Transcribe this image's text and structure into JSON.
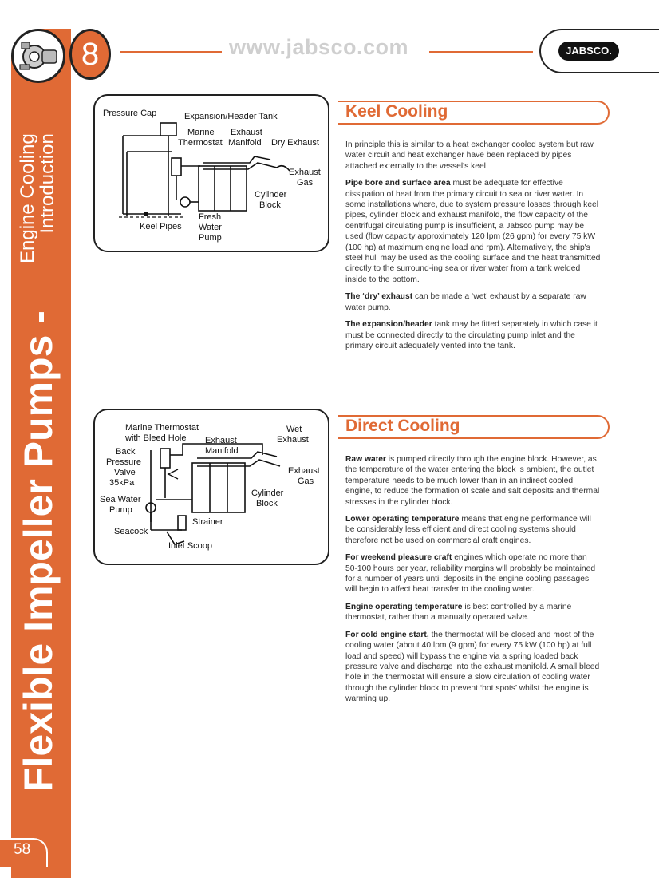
{
  "header": {
    "chapter": "8",
    "url": "www.jabsco.com",
    "brand": "JABSCO."
  },
  "side": {
    "subtitle_line1": "Engine Cooling",
    "subtitle_line2": "Introduction",
    "main_title": "Flexible Impeller Pumps -",
    "page_number": "58"
  },
  "diagram1": {
    "labels": {
      "pressure_cap": "Pressure Cap",
      "expansion_tank": "Expansion/Header Tank",
      "marine": "Marine",
      "thermostat": "Thermostat",
      "exhaust": "Exhaust",
      "manifold": "Manifold",
      "dry_exhaust": "Dry Exhaust",
      "exhaust2": "Exhaust",
      "gas": "Gas",
      "cylinder": "Cylinder",
      "block": "Block",
      "fresh": "Fresh",
      "water": "Water",
      "pump": "Pump",
      "keel_pipes": "Keel Pipes"
    }
  },
  "diagram2": {
    "labels": {
      "marine_thermostat": "Marine Thermostat",
      "with_bleed_hole": "with Bleed Hole",
      "wet": "Wet",
      "exhaust_top": "Exhaust",
      "back": "Back",
      "pressure": "Pressure",
      "valve": "Valve",
      "kpa": "35kPa",
      "exhaust": "Exhaust",
      "manifold": "Manifold",
      "exhaust2": "Exhaust",
      "gas": "Gas",
      "sea_water": "Sea Water",
      "pump": "Pump",
      "cylinder": "Cylinder",
      "block": "Block",
      "strainer": "Strainer",
      "seacock": "Seacock",
      "inlet_scoop": "Inlet Scoop"
    }
  },
  "keel": {
    "title": "Keel Cooling",
    "p1": "In principle this is similar to a heat exchanger cooled system but raw water circuit and heat exchanger have been replaced by pipes attached externally to the vessel's keel.",
    "p2_bold": "Pipe bore and surface area",
    "p2": " must be adequate for effective dissipation of heat from the primary circuit to sea or river water. In some installations where, due to system pressure losses through keel pipes, cylinder block and exhaust manifold, the flow capacity of the centrifugal circulating pump is insufficient, a Jabsco pump may be used (flow capacity approximately 120 lpm (26 gpm) for every 75 kW (100 hp) at maximum engine load and rpm). Alternatively, the ship's steel hull may be used as the cooling surface and the heat transmitted directly to the surround-ing sea or river water from a tank welded inside to the bottom.",
    "p3_bold": "The ‘dry’ exhaust",
    "p3": " can be made a ‘wet’ exhaust by a separate raw water pump.",
    "p4_bold": "The expansion/header",
    "p4": " tank may be fitted separately in which case it must be connected directly to the circulating pump inlet and the primary circuit adequately vented into the tank."
  },
  "direct": {
    "title": "Direct Cooling",
    "p1_bold": "Raw water",
    "p1": " is pumped directly through the engine block. However, as the temperature of the water entering the block is ambient, the outlet temperature needs to be much lower than in an indirect cooled engine, to reduce the formation of scale and salt deposits and thermal stresses in the cylinder block.",
    "p2_bold": "Lower operating temperature",
    "p2": " means that engine performance will be considerably less efficient and direct cooling systems should therefore not be used on commercial craft engines.",
    "p3_bold": "For weekend pleasure craft",
    "p3": " engines which operate no more than 50-100 hours per year, reliability margins will probably be maintained for a number of years until deposits in the engine cooling passages will begin to affect heat transfer to the cooling water.",
    "p4_bold": "Engine operating temperature",
    "p4": " is best controlled by a marine thermostat, rather than a manually operated valve.",
    "p5_bold": "For cold engine start,",
    "p5": " the thermostat will be closed and most of the cooling water (about 40 lpm (9 gpm) for every 75 kW (100 hp) at full load and speed) will bypass the engine via a spring loaded back pressure valve and discharge into the exhaust manifold. A small bleed hole in the thermostat will ensure a slow circulation of cooling water through the cylinder block to prevent ‘hot spots’ whilst the engine is warming up."
  }
}
